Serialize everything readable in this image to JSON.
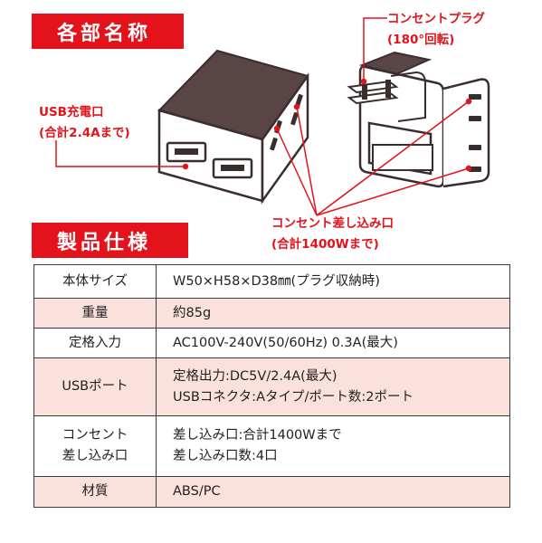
{
  "sections": {
    "parts_title": "各部名称",
    "spec_title": "製品仕様"
  },
  "callouts": {
    "usb_line1": "USB充電口",
    "usb_line2": "(合計2.4Aまで)",
    "plug_line1": "コンセントプラグ",
    "plug_line2": "(180°回転)",
    "outlet_line1": "コンセント差し込み口",
    "outlet_line2": "(合計1400Wまで)"
  },
  "colors": {
    "accent": "#e3121b",
    "row_highlight": "#fbe1dc",
    "device_body": "#5a4545",
    "device_outline": "#3a2d2d"
  },
  "spec": {
    "rows": [
      {
        "key": [
          "本体サイズ"
        ],
        "value": [
          "W50×H58×D38㎜(プラグ収納時)"
        ]
      },
      {
        "key": [
          "重量"
        ],
        "value": [
          "約85g"
        ]
      },
      {
        "key": [
          "定格入力"
        ],
        "value": [
          "AC100V-240V(50/60Hz) 0.3A(最大)"
        ]
      },
      {
        "key": [
          "USBポート"
        ],
        "value": [
          "定格出力:DC5V/2.4A(最大)",
          "USBコネクタ:Aタイプ/ポート数:2ポート"
        ]
      },
      {
        "key": [
          "コンセント",
          "差し込み口"
        ],
        "value": [
          "差し込み口:合計1400Wまで",
          "差し込み口数:4口"
        ]
      },
      {
        "key": [
          "材質"
        ],
        "value": [
          "ABS/PC"
        ]
      }
    ]
  }
}
